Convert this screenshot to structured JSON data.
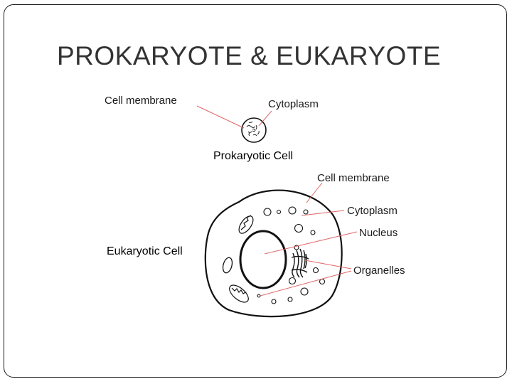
{
  "slide": {
    "title": "PROKARYOTE & EUKARYOTE"
  },
  "prokaryote": {
    "caption": "Prokaryotic Cell",
    "labels": {
      "cell_membrane": "Cell membrane",
      "cytoplasm": "Cytoplasm"
    }
  },
  "eukaryote": {
    "caption": "Eukaryotic Cell",
    "labels": {
      "cell_membrane": "Cell membrane",
      "cytoplasm": "Cytoplasm",
      "nucleus": "Nucleus",
      "organelles": "Organelles"
    }
  },
  "colors": {
    "leader_line": "#e06666",
    "outline": "#111111",
    "title": "#333333"
  }
}
